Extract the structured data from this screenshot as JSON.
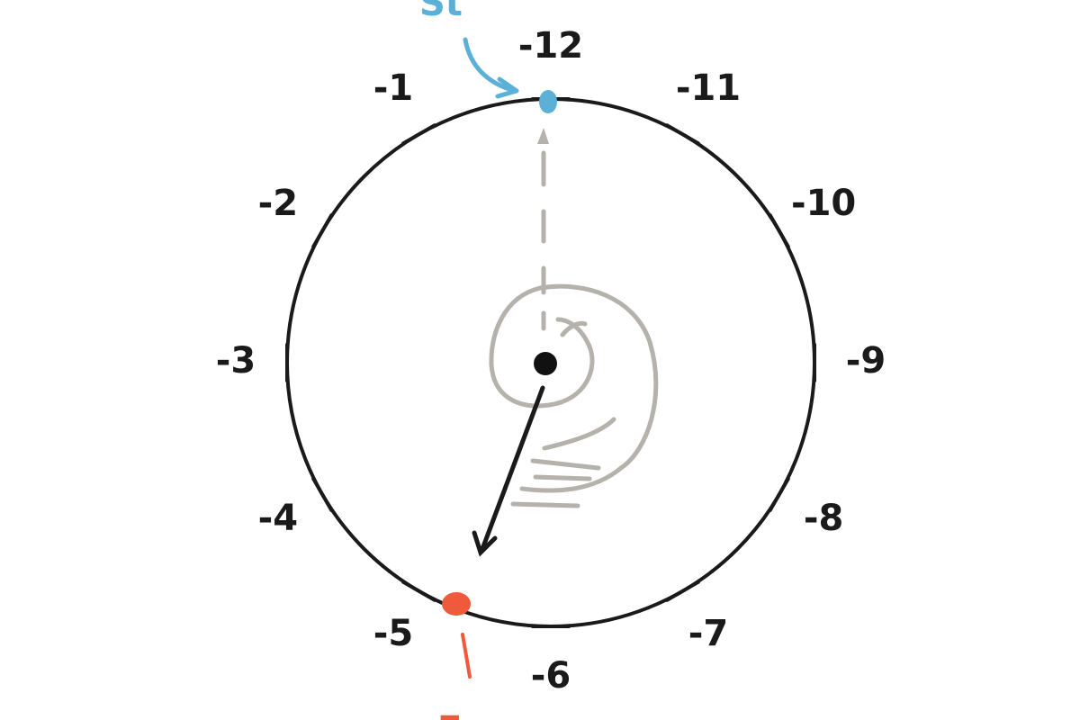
{
  "dial": {
    "tick_labels": [
      "-12",
      "-11",
      "-10",
      "-9",
      "-8",
      "-7",
      "-6",
      "-5",
      "-4",
      "-3",
      "-2",
      "-1"
    ]
  },
  "markers": {
    "start_label": "St",
    "end_label": "E"
  },
  "colors": {
    "ink": "#1a1a1a",
    "start_marker": "#5ab0d6",
    "end_marker": "#f05a3c",
    "rotation_guide": "#b5b2ac"
  }
}
